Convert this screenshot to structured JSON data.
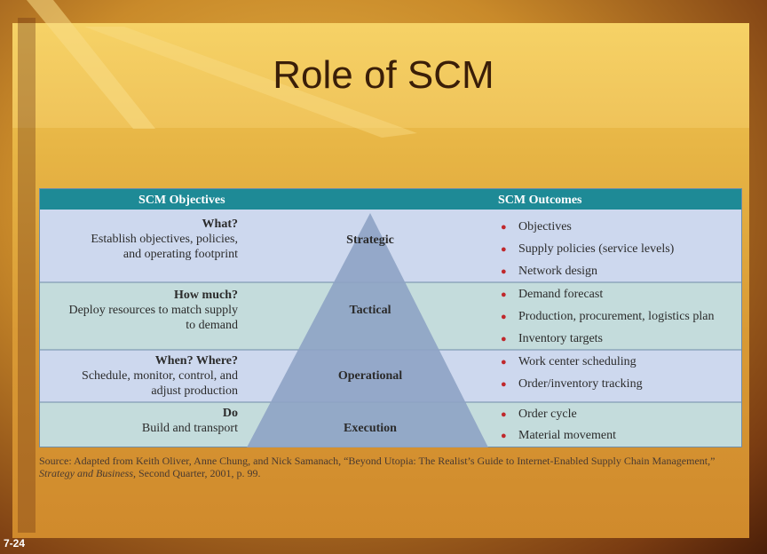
{
  "slide": {
    "title": "Role of SCM",
    "number": "7-24"
  },
  "table": {
    "header_left": "SCM Objectives",
    "header_right": "SCM Outcomes",
    "rows": [
      {
        "level": "Strategic",
        "question": "What?",
        "objective_lines": [
          "Establish objectives, policies,",
          "and operating footprint"
        ],
        "outcomes": [
          "Objectives",
          "Supply policies (service levels)",
          "Network design"
        ]
      },
      {
        "level": "Tactical",
        "question": "How much?",
        "objective_lines": [
          "Deploy resources to match supply",
          "to demand"
        ],
        "outcomes": [
          "Demand forecast",
          "Production, procurement, logistics plan",
          "Inventory targets"
        ]
      },
      {
        "level": "Operational",
        "question": "When? Where?",
        "objective_lines": [
          "Schedule, monitor, control, and",
          "adjust production"
        ],
        "outcomes": [
          "Work center scheduling",
          "Order/inventory tracking"
        ]
      },
      {
        "level": "Execution",
        "question": "Do",
        "objective_lines": [
          "Build and transport"
        ],
        "outcomes": [
          "Order cycle",
          "Material movement"
        ]
      }
    ]
  },
  "source": {
    "prefix": "Source: Adapted from Keith Oliver, Anne Chung, and Nick Samanach, “Beyond Utopia: The Realist’s Guide to Internet-Enabled Supply Chain Management,”",
    "journal": "Strategy and Business,",
    "suffix": "Second Quarter, 2001, p. 99."
  },
  "colors": {
    "header_bg": "#1e8a96",
    "row_light": "#cdd8ee",
    "row_teal": "#c4dcdc",
    "pyramid": "#8ea3c4",
    "bullet": "#c0282c"
  }
}
